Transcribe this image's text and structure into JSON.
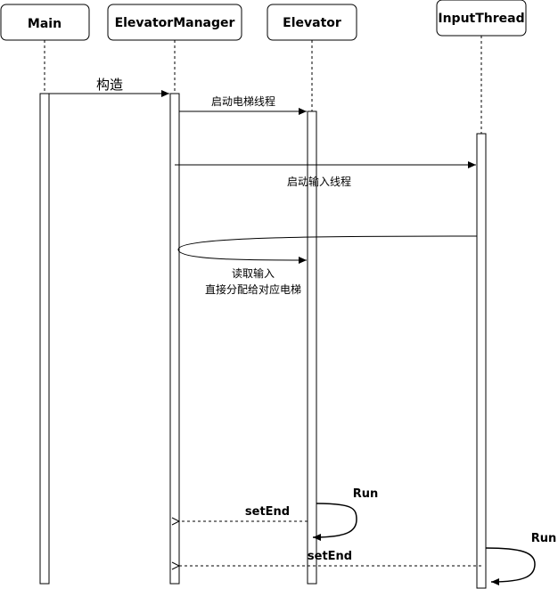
{
  "actors": {
    "main": "Main",
    "elevator_manager": "ElevatorManager",
    "elevator": "Elevator",
    "input_thread": "InputThread"
  },
  "messages": {
    "construct": "构造",
    "start_elevator_threads": "启动电梯线程",
    "start_input_thread": "启动输入线程",
    "read_input": "读取输入",
    "assign_to_elevator": "直接分配给对应电梯",
    "elevator_run": "Run",
    "elevator_set_end": "setEnd",
    "input_run": "Run",
    "input_set_end": "setEnd"
  },
  "colors": {
    "stroke": "#000000",
    "fill": "#ffffff"
  }
}
